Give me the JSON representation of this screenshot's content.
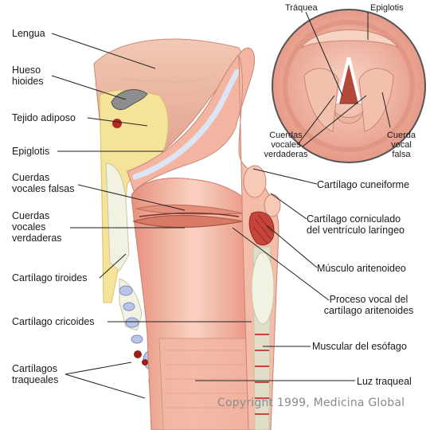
{
  "labels": {
    "lengua": "Lengua",
    "hueso_hioides": "Hueso\nhioides",
    "tejido_adiposo": "Tejido adiposo",
    "epiglotis": "Epiglotis",
    "cuerdas_vocales_falsas": "Cuerdas\nvocales falsas",
    "cuerdas_vocales_verdaderas": "Cuerdas\nvocales\nverdaderas",
    "cartilago_tiroides": "Cartílago tiroides",
    "cartilago_cricoides": "Cartílago cricoides",
    "cartilagos_traqueales": "Cartílagos\ntraqueales",
    "cartilago_cuneiforme": "Cartílago cuneiforme",
    "cartilago_corniculado": "Cartílago corniculado\ndel ventrículo laríngeo",
    "musculo_aritenoideo": "Músculo aritenoideo",
    "proceso_vocal": "Proceso vocal del\ncartílago aritenoides",
    "muscular_esofago": "Muscular del esófago",
    "luz_traqueal": "Luz traqueal"
  },
  "inset_labels": {
    "traquea": "Tráquea",
    "epiglotis": "Epiglotis",
    "cuerdas_vocales_verdaderas": "Cuerdas\nvocales\nverdaderas",
    "cuerda_vocal_falsa": "Cuerda\nvocal\nfalsa"
  },
  "copyright": "Copyright 1999, Medicina Global"
}
